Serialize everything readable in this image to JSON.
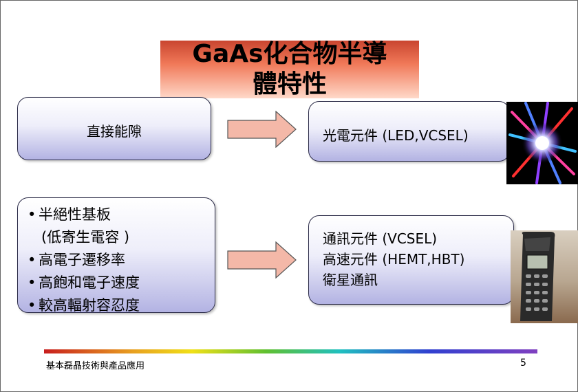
{
  "title": {
    "line1": "GaAs化合物半導",
    "line2": "體特性"
  },
  "panels": {
    "direct_bandgap": "直接能隙",
    "features": [
      {
        "text": "半絕性基板",
        "bullet": true
      },
      {
        "text": "(低寄生電容  )",
        "bullet": false
      },
      {
        "text": "高電子遷移率",
        "bullet": true
      },
      {
        "text": "高飽和電子速度",
        "bullet": true
      },
      {
        "text": "較高輻射容忍度",
        "bullet": true
      }
    ],
    "optoelectronic": "光電元件  (LED,VCSEL)",
    "communication": [
      "通訊元件  (VCSEL)",
      "高速元件  (HEMT,HBT)",
      "衛星通訊"
    ]
  },
  "bullet_char": "•",
  "images": {
    "top_right": "light-starburst-image",
    "bottom_right": "mobile-phone-image"
  },
  "footer": {
    "text": "基本磊晶技術與產品應用",
    "page": "5"
  },
  "colors": {
    "title_band": "#f07858",
    "panel_border": "#2b2b48",
    "panel_bottom": "#b3b3e3",
    "arrow_fill": "#f4b8a8"
  }
}
